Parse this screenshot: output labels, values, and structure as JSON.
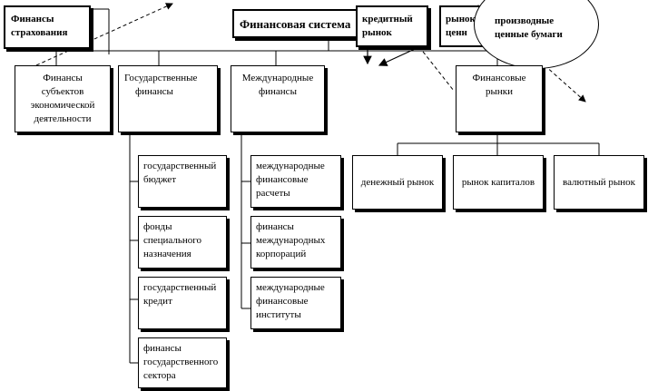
{
  "diagram": {
    "root": {
      "label": "Финансовая система"
    },
    "overlays": {
      "insurance": [
        "Финансы",
        "страхования"
      ],
      "credit_market": [
        "кредитный",
        "рынок"
      ],
      "securities_market": [
        "рынок",
        "ценн"
      ],
      "derivatives": [
        "производные",
        "ценные бумаги"
      ]
    },
    "level1": [
      {
        "lines": [
          "Финансы",
          "субъектов",
          "экономической",
          "деятельности"
        ]
      },
      {
        "lines": [
          "Государственные",
          "финансы"
        ]
      },
      {
        "lines": [
          "Международные",
          "финансы"
        ]
      },
      {
        "lines": [
          "Финансовые",
          "рынки"
        ]
      }
    ],
    "state_finance": [
      {
        "lines": [
          "государственный",
          "бюджет"
        ]
      },
      {
        "lines": [
          "фонды",
          "специального",
          "назначения"
        ]
      },
      {
        "lines": [
          "государственный",
          "кредит"
        ]
      },
      {
        "lines": [
          "финансы",
          "государственного",
          "сектора"
        ]
      }
    ],
    "international_finance": [
      {
        "lines": [
          "международные",
          "финансовые",
          "расчеты"
        ]
      },
      {
        "lines": [
          "финансы",
          "международных",
          "корпораций"
        ]
      },
      {
        "lines": [
          "международные",
          "финансовые",
          "институты"
        ]
      }
    ],
    "financial_markets": [
      {
        "lines": [
          "денежный рынок"
        ]
      },
      {
        "lines": [
          "рынок капиталов"
        ]
      },
      {
        "lines": [
          "валютный рынок"
        ]
      }
    ]
  }
}
